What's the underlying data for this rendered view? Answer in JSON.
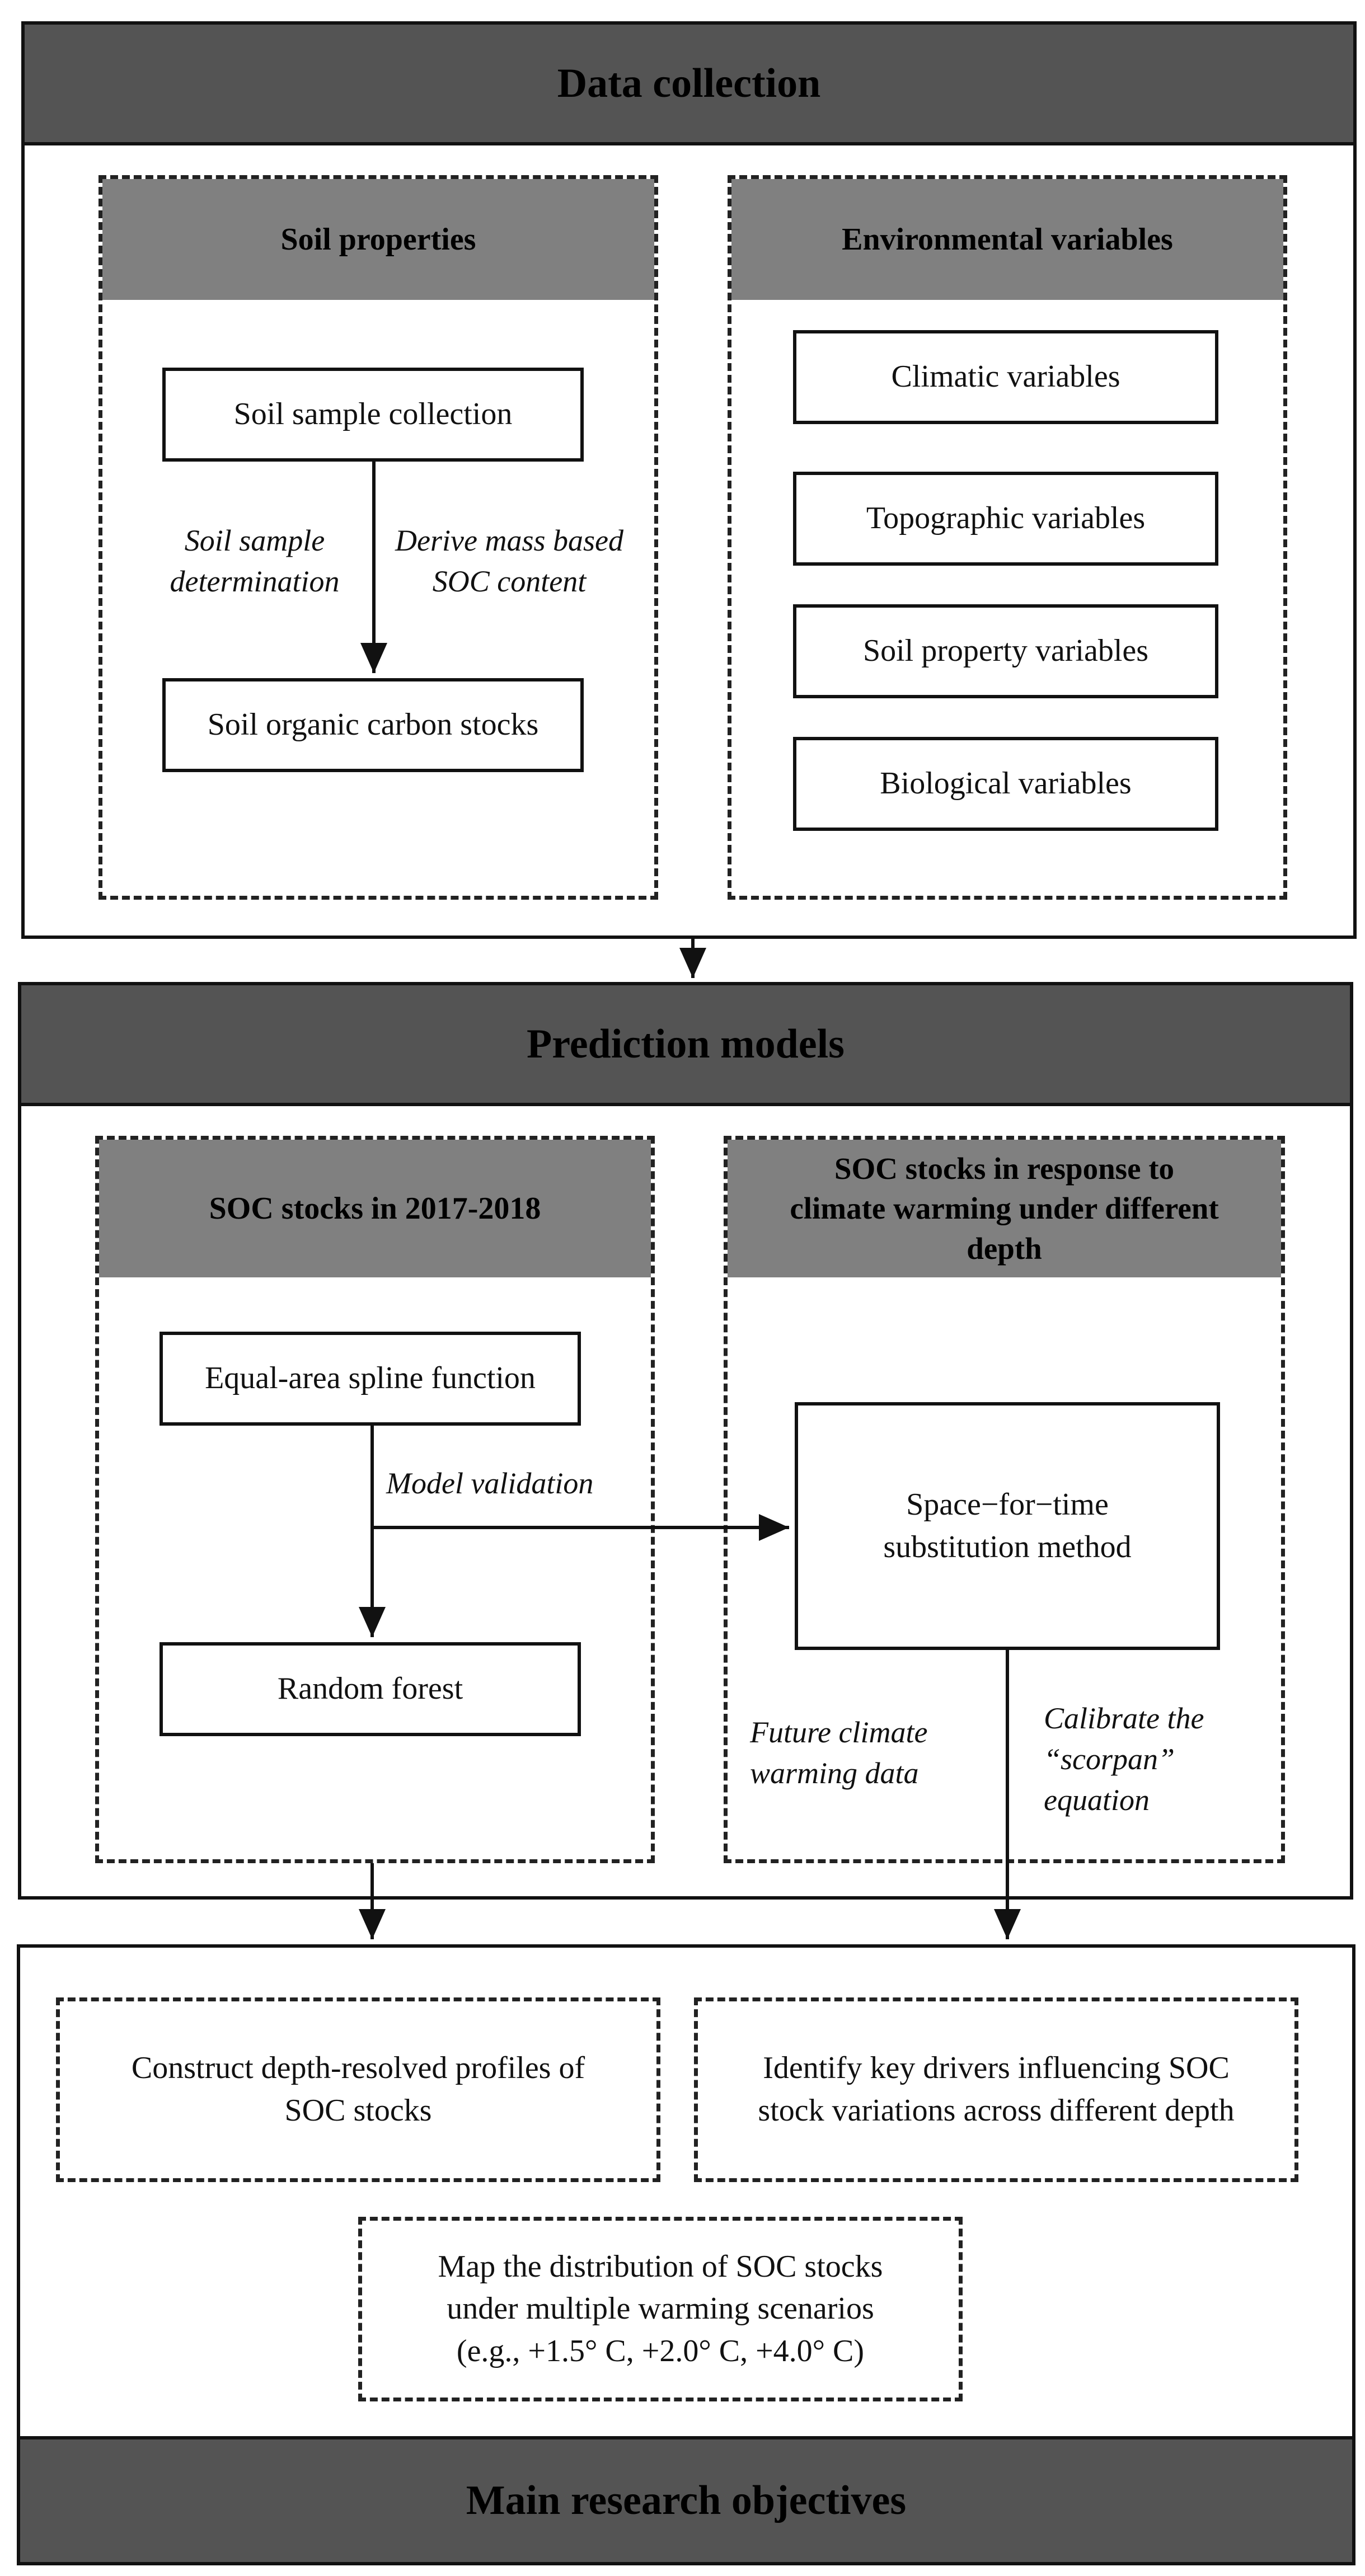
{
  "data_collection": {
    "title": "Data collection",
    "soil_properties": {
      "title": "Soil properties",
      "top_box": "Soil sample collection",
      "bottom_box": "Soil organic carbon stocks",
      "left_label_1": "Soil sample",
      "left_label_2": "determination",
      "right_label_1": "Derive mass based",
      "right_label_2": "SOC content"
    },
    "environmental": {
      "title": "Environmental variables",
      "items": [
        "Climatic variables",
        "Topographic variables",
        "Soil property variables",
        "Biological variables"
      ]
    }
  },
  "prediction_models": {
    "title": "Prediction models",
    "left": {
      "title": "SOC stocks in 2017-2018",
      "top_box": "Equal-area spline function",
      "bottom_box": "Random forest",
      "label": "Model validation"
    },
    "right": {
      "title_line1": "SOC stocks  in response to",
      "title_line2": "climate warming under different",
      "title_line3": "depth",
      "box_line1": "Space−for−time",
      "box_line2": "substitution method",
      "left_label_1": "Future climate",
      "left_label_2": "warming data",
      "right_label_1": "Calibrate the",
      "right_label_2": "“scorpan”",
      "right_label_3": "equation"
    }
  },
  "objectives": {
    "title": "Main research objectives",
    "box1_line1": "Construct depth-resolved profiles of",
    "box1_line2": "SOC stocks",
    "box2_line1": "Identify key drivers influencing SOC",
    "box2_line2": "stock variations across different depth",
    "box3_line1": "Map the distribution of SOC stocks",
    "box3_line2": "under multiple warming scenarios",
    "box3_line3": "(e.g., +1.5° C, +2.0° C, +4.0° C)"
  }
}
